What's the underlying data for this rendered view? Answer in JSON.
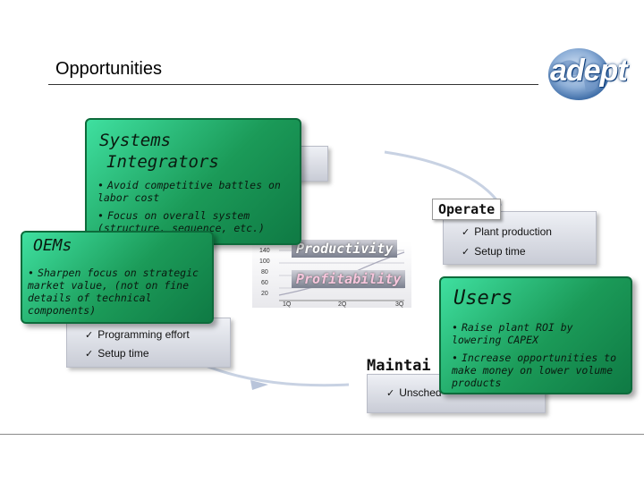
{
  "header": {
    "title": "Opportunities",
    "logo_text": "adept"
  },
  "systems_integrators": {
    "title_line1": "Systems",
    "title_line2": "Integrators",
    "bullet1": "Avoid competitive battles on labor cost",
    "bullet2": "Focus on overall system (structure, sequence, etc.)"
  },
  "oems": {
    "title": "OEMs",
    "bullet1": "Sharpen focus on strategic market value, (not on fine details of technical components)"
  },
  "oem_box": {
    "item1": "Programming effort",
    "item2": "Setup time"
  },
  "operate": {
    "label": "Operate",
    "item1": "Plant production",
    "item2": "Setup time"
  },
  "users": {
    "title": "Users",
    "bullet1": "Raise plant ROI by lowering CAPEX",
    "bullet2": "Increase opportunities to make money on lower volume products"
  },
  "maintain": {
    "label": "Maintai",
    "item1": "Unsched"
  },
  "center_chart": {
    "banner1": "Productivity",
    "banner2": "Profitability",
    "y_ticks": [
      "140",
      "100",
      "80",
      "60",
      "20"
    ],
    "x_ticks": [
      "1Q",
      "2Q",
      "3Q"
    ]
  },
  "symbols": {
    "check": "✓",
    "bullet": "•"
  },
  "colors": {
    "green": "#1b9a58",
    "logo_blue": "#0a3a78",
    "grey_box": "#c9ccd6"
  }
}
